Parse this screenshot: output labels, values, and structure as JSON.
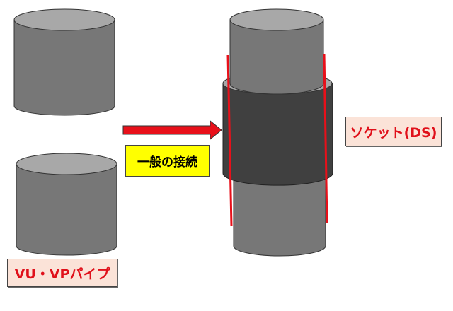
{
  "labels": {
    "pipe": "VU・VPパイプ",
    "connection": "一般の接続",
    "socket": "ソケット(DS)"
  },
  "colors": {
    "pipe_body": "#777777",
    "pipe_top": "#a8a8a8",
    "socket_body": "#404040",
    "accent_red": "#e0101a",
    "label_pink": "#fbe3d8",
    "label_yellow": "#ffff00"
  }
}
